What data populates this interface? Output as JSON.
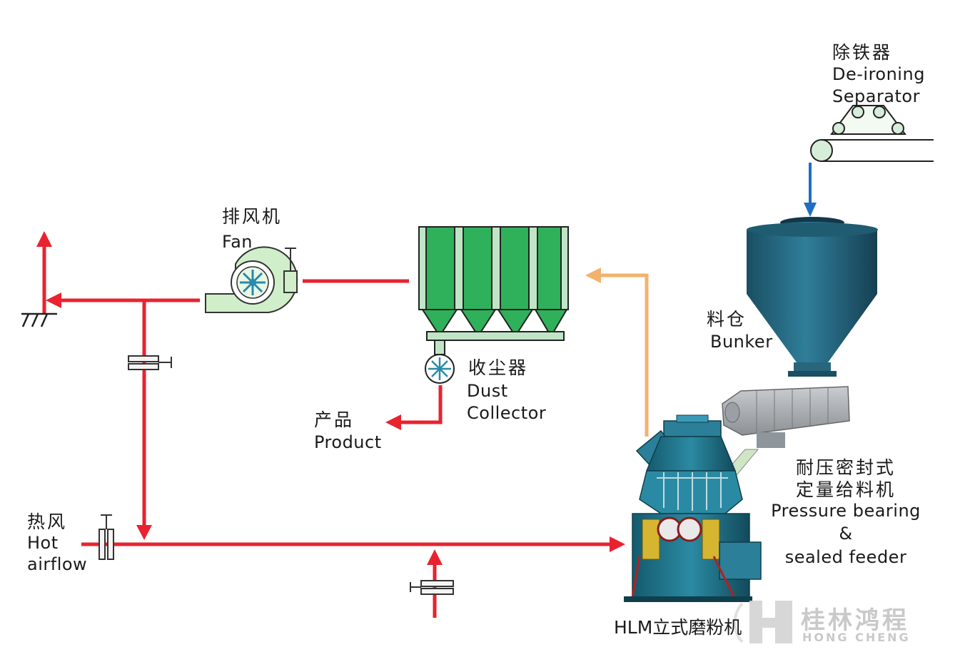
{
  "labels": {
    "deironing_cn": "除铁器",
    "deironing_en1": "De-ironing",
    "deironing_en2": "Separator",
    "fan_cn": "排风机",
    "fan_en": "Fan",
    "bunker_cn": "料仓",
    "bunker_en": "Bunker",
    "dust_cn": "收尘器",
    "dust_en1": "Dust",
    "dust_en2": "Collector",
    "product_cn": "产品",
    "product_en": "Product",
    "feeder_cn1": "耐压密封式",
    "feeder_cn2": "定量给料机",
    "feeder_en1": "Pressure bearing",
    "feeder_en2": "&",
    "feeder_en3": "sealed feeder",
    "hot_cn": "热风",
    "hot_en1": "Hot",
    "hot_en2": "airflow",
    "mill": "HLM立式磨粉机"
  },
  "watermark": {
    "letter": "H",
    "cn": "桂林鸿程",
    "en": "HONG CHENG"
  },
  "colors": {
    "airflow_red": "#e8232f",
    "product_orange": "#f3b26c",
    "feed_blue": "#1c6fc4",
    "collector_green": "#2fb05a",
    "equipment_teal": "#1e6f86",
    "fan_green": "#cfeec9"
  }
}
